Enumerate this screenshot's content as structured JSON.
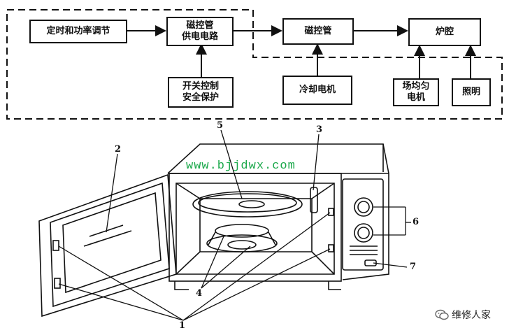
{
  "block_diagram": {
    "boxes": {
      "timer_power": "定时和功率调节",
      "magnetron_supply": "磁控管\n供电电路",
      "switch_protect": "开关控制\n安全保护",
      "magnetron": "磁控管",
      "cooling_motor": "冷却电机",
      "cavity": "炉腔",
      "stirrer_motor": "场均匀\n电机",
      "lighting": "照明"
    }
  },
  "illustration": {
    "callouts": [
      "1",
      "2",
      "3",
      "4",
      "5",
      "6",
      "7"
    ],
    "website": "www.bjjdwx.com"
  },
  "watermark": {
    "icon": "wechat-icon",
    "text": "维修人家"
  }
}
